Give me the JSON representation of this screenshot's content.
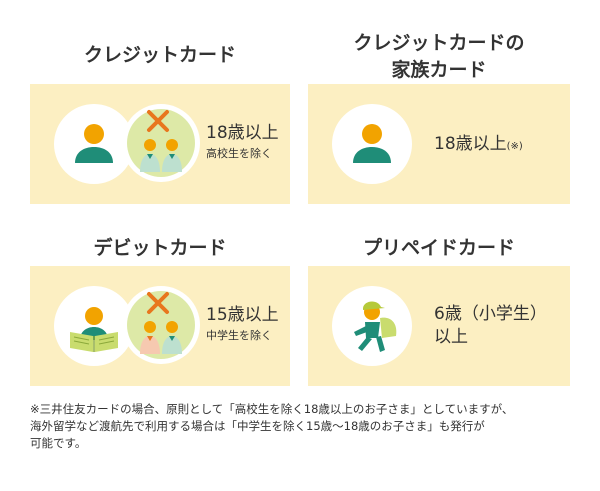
{
  "cards": [
    {
      "title": "クレジットカード",
      "age": "18歳以上",
      "sub": "高校生を除く"
    },
    {
      "title_line1": "クレジットカードの",
      "title_line2": "家族カード",
      "age": "18歳以上",
      "age_note": "(※)"
    },
    {
      "title": "デビットカード",
      "age": "15歳以上",
      "sub": "中学生を除く"
    },
    {
      "title": "プリペイドカード",
      "age_line1": "6歳（小学生）",
      "age_line2": "以上"
    }
  ],
  "footnote": {
    "line1": "※三井住友カードの場合、原則として「高校生を除く18歳以上のお子さま」としていますが、",
    "line2": "海外留学など渡航先で利用する場合は「中学生を除く15歳～18歳のお子さま」も発行が",
    "line3": "可能です。"
  },
  "colors": {
    "panel": "#fcefc2",
    "person_head": "#f2a300",
    "person_body": "#1f8d78",
    "cross": "#e8761d",
    "child_circle": "#dde9a7"
  },
  "icons": [
    "adult-person-icon",
    "students-crossed-icon",
    "reading-book-icon",
    "running-child-icon"
  ]
}
